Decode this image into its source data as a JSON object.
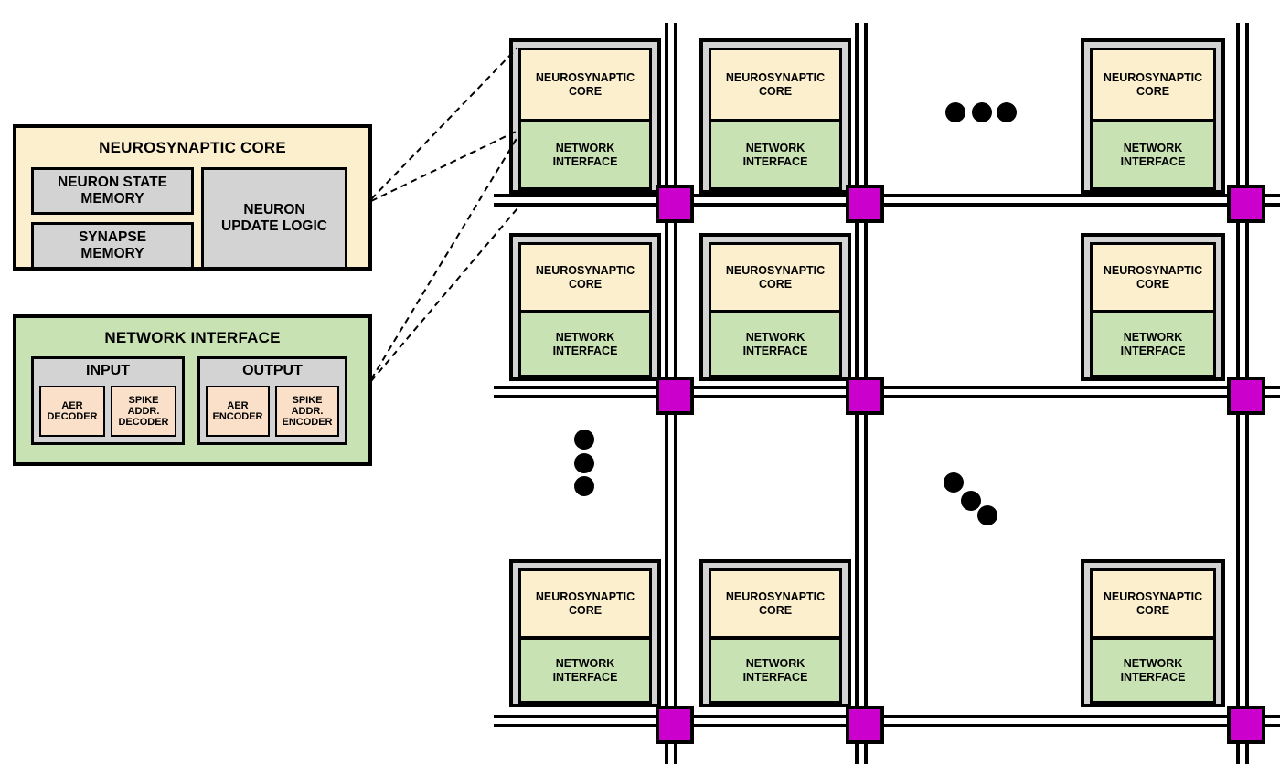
{
  "diagram": {
    "title_text": "",
    "colors": {
      "core_fill": "#fbefcd",
      "network_interface_fill": "#c9e2b4",
      "block_fill": "#d3d3d3",
      "aer_fill": "#fadfc9",
      "router_fill": "#cc00cc",
      "line": "#000000",
      "background": "#ffffff"
    }
  },
  "legend": {
    "core": {
      "title": "NEUROSYNAPTIC CORE",
      "blocks": [
        {
          "label": "NEURON STATE\nMEMORY",
          "line1": "NEURON STATE",
          "line2": "MEMORY"
        },
        {
          "label": "SYNAPSE\nMEMORY",
          "line1": "SYNAPSE",
          "line2": "MEMORY"
        },
        {
          "label": "NEURON\nUPDATE LOGIC",
          "line1": "NEURON",
          "line2": "UPDATE LOGIC"
        }
      ]
    },
    "network_interface": {
      "title": "NETWORK INTERFACE",
      "groups": [
        {
          "title": "INPUT",
          "blocks": [
            {
              "line1": "AER",
              "line2": "DECODER",
              "line3": ""
            },
            {
              "line1": "SPIKE",
              "line2": "ADDR.",
              "line3": "DECODER"
            }
          ]
        },
        {
          "title": "OUTPUT",
          "blocks": [
            {
              "line1": "AER",
              "line2": "ENCODER",
              "line3": ""
            },
            {
              "line1": "SPIKE",
              "line2": "ADDR.",
              "line3": "ENCODER"
            }
          ]
        }
      ]
    }
  },
  "grid": {
    "tile_core_label_line1": "NEUROSYNAPTIC",
    "tile_core_label_line2": "CORE",
    "tile_ni_label_line1": "NETWORK",
    "tile_ni_label_line2": "INTERFACE",
    "rows": 3,
    "cols": 3,
    "router_count": 9,
    "ellipsis": {
      "horizontal_top_count": 3,
      "vertical_left_count": 3,
      "diagonal_count": 3
    },
    "tiles": [
      {
        "row": 0,
        "col": 0,
        "core": "NEUROSYNAPTIC CORE",
        "ni": "NETWORK INTERFACE"
      },
      {
        "row": 0,
        "col": 1,
        "core": "NEUROSYNAPTIC CORE",
        "ni": "NETWORK INTERFACE"
      },
      {
        "row": 0,
        "col": 2,
        "core": "NEUROSYNAPTIC CORE",
        "ni": "NETWORK INTERFACE"
      },
      {
        "row": 1,
        "col": 0,
        "core": "NEUROSYNAPTIC CORE",
        "ni": "NETWORK INTERFACE"
      },
      {
        "row": 1,
        "col": 1,
        "core": "NEUROSYNAPTIC CORE",
        "ni": "NETWORK INTERFACE"
      },
      {
        "row": 1,
        "col": 2,
        "core": "NEUROSYNAPTIC CORE",
        "ni": "NETWORK INTERFACE"
      },
      {
        "row": 2,
        "col": 0,
        "core": "NEUROSYNAPTIC CORE",
        "ni": "NETWORK INTERFACE"
      },
      {
        "row": 2,
        "col": 1,
        "core": "NEUROSYNAPTIC CORE",
        "ni": "NETWORK INTERFACE"
      },
      {
        "row": 2,
        "col": 2,
        "core": "NEUROSYNAPTIC CORE",
        "ni": "NETWORK INTERFACE"
      }
    ]
  }
}
